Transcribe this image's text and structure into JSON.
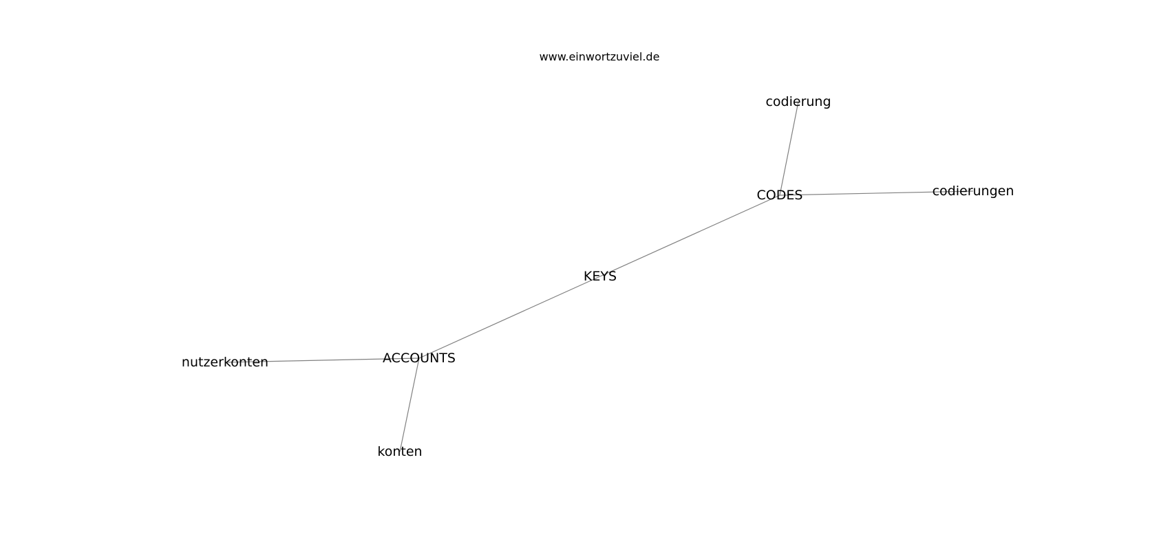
{
  "header": {
    "site": "www.einwortzuviel.de"
  },
  "graph": {
    "nodes": [
      {
        "id": "keys",
        "label": "KEYS"
      },
      {
        "id": "codes",
        "label": "CODES"
      },
      {
        "id": "accounts",
        "label": "ACCOUNTS"
      },
      {
        "id": "codierung",
        "label": "codierung"
      },
      {
        "id": "codierungen",
        "label": "codierungen"
      },
      {
        "id": "nutzerkonten",
        "label": "nutzerkonten"
      },
      {
        "id": "konten",
        "label": "konten"
      }
    ],
    "edges": [
      {
        "from": "keys",
        "to": "codes"
      },
      {
        "from": "keys",
        "to": "accounts"
      },
      {
        "from": "codes",
        "to": "codierung"
      },
      {
        "from": "codes",
        "to": "codierungen"
      },
      {
        "from": "accounts",
        "to": "nutzerkonten"
      },
      {
        "from": "accounts",
        "to": "konten"
      }
    ]
  },
  "colors": {
    "edge": "#808080",
    "text": "#000000",
    "background": "#ffffff"
  }
}
